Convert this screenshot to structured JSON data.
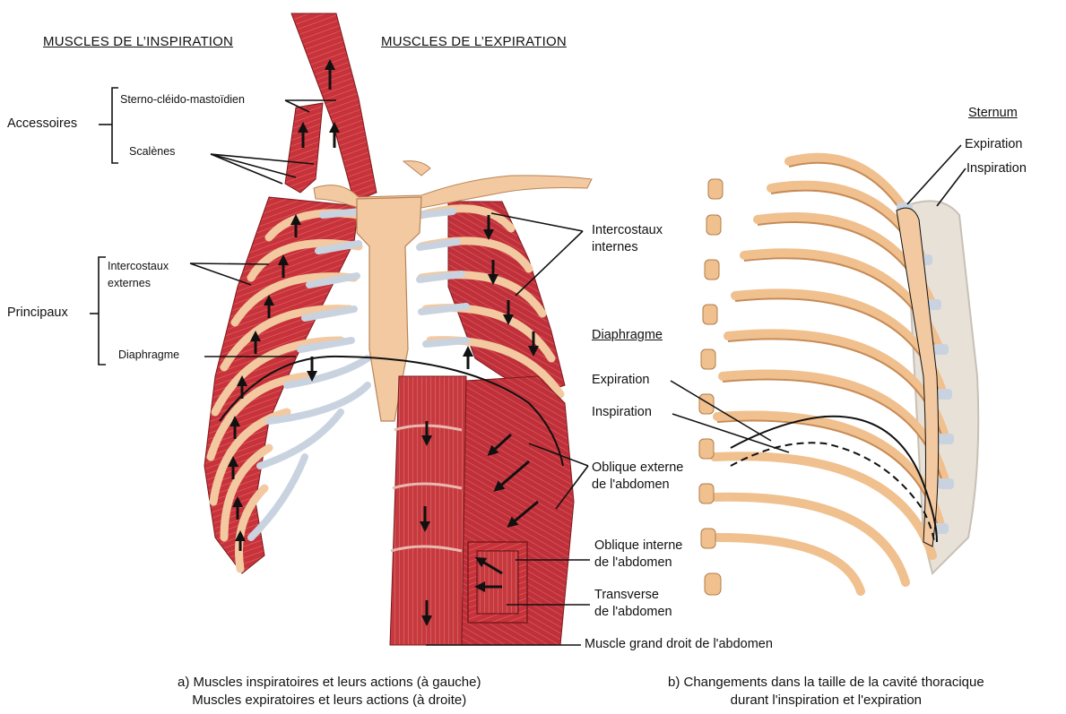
{
  "headings": {
    "inspiration": "MUSCLES DE L’INSPIRATION",
    "expiration": "MUSCLES DE L’EXPIRATION"
  },
  "left_labels": {
    "accessoires": "Accessoires",
    "sterno": "Sterno-cléido-mastoïdien",
    "scalenes": "Scalènes",
    "principaux": "Principaux",
    "intercostaux_externes": [
      "Intercostaux",
      "externes"
    ],
    "diaphragme": "Diaphragme"
  },
  "middle_labels": {
    "intercostaux_internes": [
      "Intercostaux",
      "internes"
    ],
    "diaphragme_heading": "Diaphragme",
    "expiration": "Expiration",
    "inspiration": "Inspiration",
    "oblique_externe": [
      "Oblique externe",
      "de l'abdomen"
    ],
    "oblique_interne": [
      "Oblique interne",
      "de l'abdomen"
    ],
    "transverse": [
      "Transverse",
      "de l'abdomen"
    ],
    "grand_droit": "Muscle grand droit de l'abdomen"
  },
  "right_labels": {
    "sternum": "Sternum",
    "expiration": "Expiration",
    "inspiration": "Inspiration"
  },
  "captions": {
    "a": [
      "a) Muscles inspiratoires et leurs actions (à gauche)",
      "Muscles expiratoires et leurs actions (à droite)"
    ],
    "b": [
      "b) Changements dans la taille de la cavité thoracique",
      "durant l'inspiration et l'expiration"
    ]
  },
  "colors": {
    "muscle": "#c8323a",
    "muscle_dark": "#8e1f24",
    "bone": "#f2c9a0",
    "bone_shade": "#d99a66",
    "cartilage": "#c9d3e0",
    "line": "#111111"
  }
}
